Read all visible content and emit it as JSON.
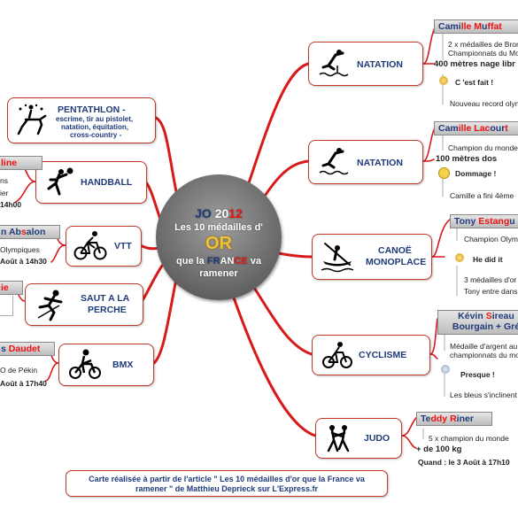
{
  "center": {
    "jo": "JO",
    "year": "20",
    "year_hl": "12",
    "line2": "Les 10 médailles d'",
    "or": "OR",
    "line4a": "que la ",
    "fr1": "FR",
    "fr2": "AN",
    "fr3": "CE",
    "line4b": " va",
    "line5": "ramener"
  },
  "footer": {
    "line1": "Carte réalisée à partir de l'article \" Les 10 médailles d'or que la France va",
    "line2": "ramener \" de Matthieu Deprieck sur L'Express.fr"
  },
  "left": {
    "pentathlon": {
      "title": "PENTATHLON -",
      "sub1": "escrime, tir au pistolet,",
      "sub2": "natation, équitation,",
      "sub3": "cross-country -"
    },
    "handball": {
      "title": "HANDBALL",
      "name_a": "",
      "name_hl": "line",
      "t1": "ns",
      "t2": "ier",
      "t3": "14h00"
    },
    "vtt": {
      "title": "VTT",
      "name_a": "n Ab",
      "name_hl": "s",
      "name_b": "alon",
      "t1": "Olympiques",
      "t2": "Août à 14h30"
    },
    "saut": {
      "title1": "SAUT A LA",
      "title2": "PERCHE",
      "name_hl": "ie"
    },
    "bmx": {
      "title": "BMX",
      "name_a": "s ",
      "name_hl": "Dau",
      "name_b": "det",
      "t1": "O de Pékin",
      "t2": "Août à 17h40"
    }
  },
  "right": {
    "natation1": {
      "title": "NATATION",
      "name_a": "Cami",
      "name_hl1": "lle M",
      "name_b": "u",
      "name_hl2": "ffat",
      "d1": "2 x médailles de Bron",
      "d2": "Championnats du Mo",
      "event": "400 mètres nage libr",
      "status": "C 'est fait !",
      "note": "Nouveau record olym"
    },
    "natation2": {
      "title": "NATATION",
      "name_a": "Cam",
      "name_hl1": "ille Lac",
      "name_b": "our",
      "name_hl2": "t",
      "d1": "Champion du monde",
      "event": "100 mètres dos",
      "status": "Dommage !",
      "note": "Camille a fini 4ème"
    },
    "canoe": {
      "title1": "CANOË",
      "title2": "MONOPLACE",
      "name_a": "Tony ",
      "name_hl": "Estang",
      "name_b": "u",
      "d1": "Champion Olymp",
      "status": "He did it",
      "d2": "3 médailles d'or",
      "note": "Tony entre dans"
    },
    "cyclisme": {
      "title": "CYCLISME",
      "name1_a": "Kévin ",
      "name1_hl": "S",
      "name1_b": "ireau",
      "name2_a": "Bourgain",
      "name2_b": " + Gré",
      "d1": "Médaille d'argent au",
      "d2": "championnats du mo",
      "status": "Presque !",
      "note": "Les bleus s'inclinent"
    },
    "judo": {
      "title": "JUDO",
      "name_a": "Te",
      "name_hl": "ddy R",
      "name_b": "iner",
      "d1": "5 x champion du monde",
      "event": "+ de 100 kg",
      "date": "Quand : le 3 Août à 17h10"
    }
  },
  "colors": {
    "branch": "#d81a1a",
    "navy": "#1f3b7a",
    "accent": "#e11111",
    "gold": "#e8b23a",
    "silver": "#9fb2c8"
  }
}
